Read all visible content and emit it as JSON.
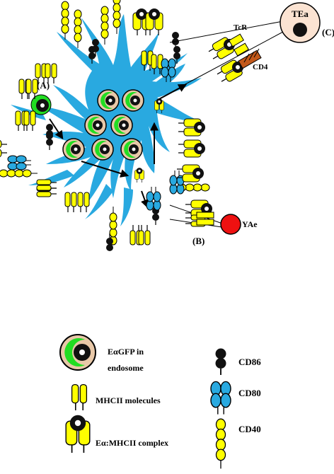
{
  "labels": {
    "a": "(A)",
    "b": "(B)",
    "c": "(C)",
    "tea": "TEa",
    "tcr": "TcR",
    "cd4": "CD4",
    "yae": "YAe"
  },
  "legend": {
    "endosome_line1": "EαGFP in",
    "endosome_line2": "endosome",
    "mhcii": "MHCII molecules",
    "complex": "Eα:MHCII complex",
    "cd86": "CD86",
    "cd80": "CD80",
    "cd40": "CD40"
  },
  "colors": {
    "cell_body": "#29a9e0",
    "mhc_yellow": "#ffff00",
    "endosome_tan": "#e8c8a8",
    "gfp_green": "#22dd22",
    "yae_red": "#ee1111",
    "tea_peach": "#fbe3d2",
    "cd4_brown": "#c2581a"
  }
}
